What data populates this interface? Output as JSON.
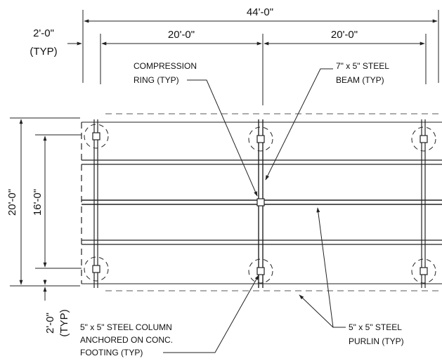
{
  "dimensions": {
    "overall_width": "44'-0\"",
    "bay_left": "20'-0\"",
    "bay_right": "20'-0\"",
    "overhang_left": "2'-0\"",
    "overhang_left_typ": "(TYP)",
    "overall_depth": "20'-0\"",
    "inner_depth": "16'-0\"",
    "overhang_bottom": "2'-0\"",
    "overhang_bottom_typ": "(TYP)"
  },
  "callouts": {
    "compression_ring": [
      "COMPRESSION",
      "RING (TYP)"
    ],
    "beam": [
      "7\" x 5\" STEEL",
      "BEAM (TYP)"
    ],
    "column": [
      "5\" x 5\" STEEL COLUMN",
      "ANCHORED ON CONC.",
      "FOOTING (TYP)"
    ],
    "purlin": [
      "5\" x 5\" STEEL",
      "PURLIN (TYP)"
    ]
  }
}
